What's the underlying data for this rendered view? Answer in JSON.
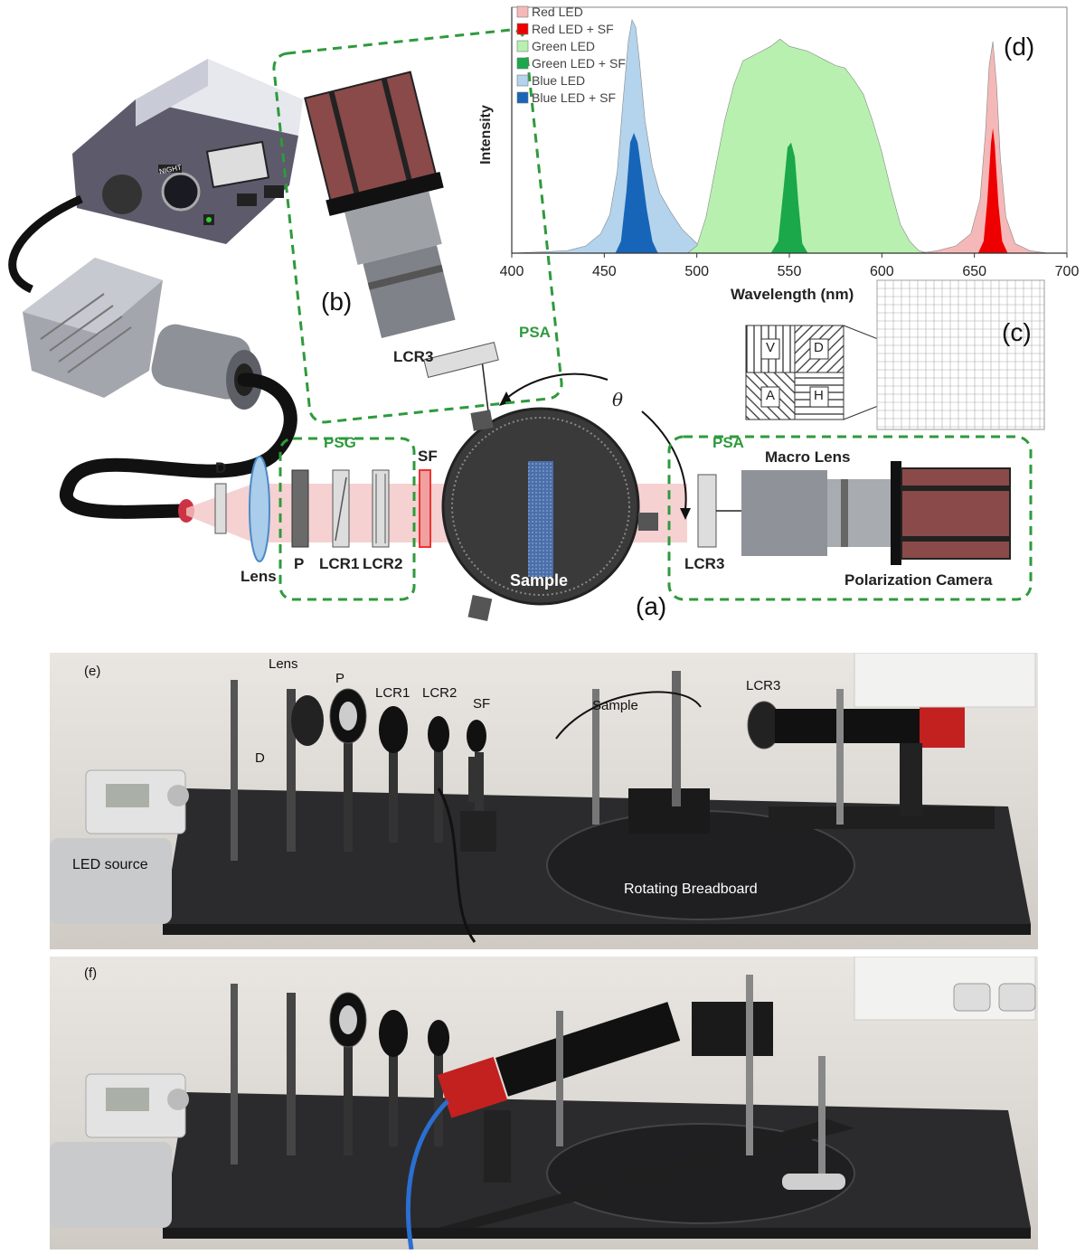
{
  "schematic": {
    "tag_a": "(a)",
    "tag_b": "(b)",
    "tag_c": "(c)",
    "tag_d": "(d)",
    "theta": "θ",
    "psg_label": "PSG",
    "psa_label_side": "PSA",
    "psa_label_top": "PSA",
    "d_label": "D",
    "lens_label": "Lens",
    "p_label": "P",
    "lcr1_label": "LCR1",
    "lcr2_label": "LCR2",
    "sf_label": "SF",
    "sample_label": "Sample",
    "lcr3_side_label": "LCR3",
    "lcr3_top_label": "LCR3",
    "macro_lens_label": "Macro Lens",
    "camera_label": "Polarization Camera",
    "source_button_text": "NIGHT",
    "mosaic": {
      "v": "V",
      "d": "D",
      "a": "A",
      "h": "H"
    }
  },
  "chart_data": {
    "type": "area",
    "xlabel": "Wavelength (nm)",
    "ylabel": "Intensity",
    "xlim": [
      400,
      700
    ],
    "ylim": [
      0,
      1
    ],
    "xticks": [
      400,
      450,
      500,
      550,
      600,
      650,
      700
    ],
    "legend_position": "top-left",
    "series": [
      {
        "name": "Red LED",
        "color": "#f5b8b8",
        "x": [
          620,
          630,
          640,
          648,
          653,
          656,
          658,
          660,
          662,
          664,
          667,
          672,
          680,
          690
        ],
        "y": [
          0,
          0.01,
          0.03,
          0.08,
          0.22,
          0.5,
          0.78,
          0.88,
          0.7,
          0.4,
          0.15,
          0.04,
          0.01,
          0
        ]
      },
      {
        "name": "Red LED + SF",
        "color": "#ee0000",
        "x": [
          652,
          655,
          657,
          659,
          660,
          661,
          663,
          665,
          668
        ],
        "y": [
          0,
          0.05,
          0.22,
          0.46,
          0.52,
          0.45,
          0.2,
          0.05,
          0
        ]
      },
      {
        "name": "Green LED",
        "color": "#b8f0b0",
        "x": [
          495,
          500,
          505,
          510,
          515,
          520,
          525,
          530,
          535,
          540,
          545,
          550,
          555,
          560,
          565,
          570,
          575,
          580,
          585,
          590,
          595,
          600,
          605,
          610,
          615,
          620,
          625
        ],
        "y": [
          0,
          0.03,
          0.15,
          0.35,
          0.55,
          0.7,
          0.8,
          0.82,
          0.84,
          0.86,
          0.89,
          0.86,
          0.85,
          0.84,
          0.82,
          0.8,
          0.78,
          0.77,
          0.72,
          0.66,
          0.55,
          0.42,
          0.26,
          0.12,
          0.05,
          0.01,
          0
        ]
      },
      {
        "name": "Green LED + SF",
        "color": "#1aa84a",
        "x": [
          540,
          544,
          547,
          549,
          551,
          553,
          555,
          557,
          560
        ],
        "y": [
          0,
          0.05,
          0.28,
          0.44,
          0.46,
          0.4,
          0.2,
          0.04,
          0
        ]
      },
      {
        "name": "Blue LED",
        "color": "#b4d3ec",
        "x": [
          400,
          430,
          440,
          448,
          453,
          457,
          460,
          463,
          465,
          467,
          469,
          472,
          476,
          480,
          486,
          492,
          500,
          510,
          520
        ],
        "y": [
          0,
          0.01,
          0.03,
          0.08,
          0.16,
          0.34,
          0.62,
          0.88,
          0.97,
          0.94,
          0.8,
          0.55,
          0.36,
          0.25,
          0.17,
          0.1,
          0.04,
          0.01,
          0
        ]
      },
      {
        "name": "Blue LED + SF",
        "color": "#1765b8",
        "x": [
          456,
          459,
          462,
          464,
          466,
          468,
          470,
          473,
          476,
          479
        ],
        "y": [
          0,
          0.05,
          0.26,
          0.46,
          0.5,
          0.46,
          0.35,
          0.18,
          0.05,
          0
        ]
      }
    ]
  },
  "photos": {
    "e": {
      "tag": "(e)",
      "d": "D",
      "lens": "Lens",
      "p": "P",
      "lcr1": "LCR1",
      "lcr2": "LCR2",
      "sf": "SF",
      "sample": "Sample",
      "lcr3": "LCR3",
      "led_source": "LED source",
      "rotating_breadboard": "Rotating Breadboard"
    },
    "f": {
      "tag": "(f)"
    }
  }
}
